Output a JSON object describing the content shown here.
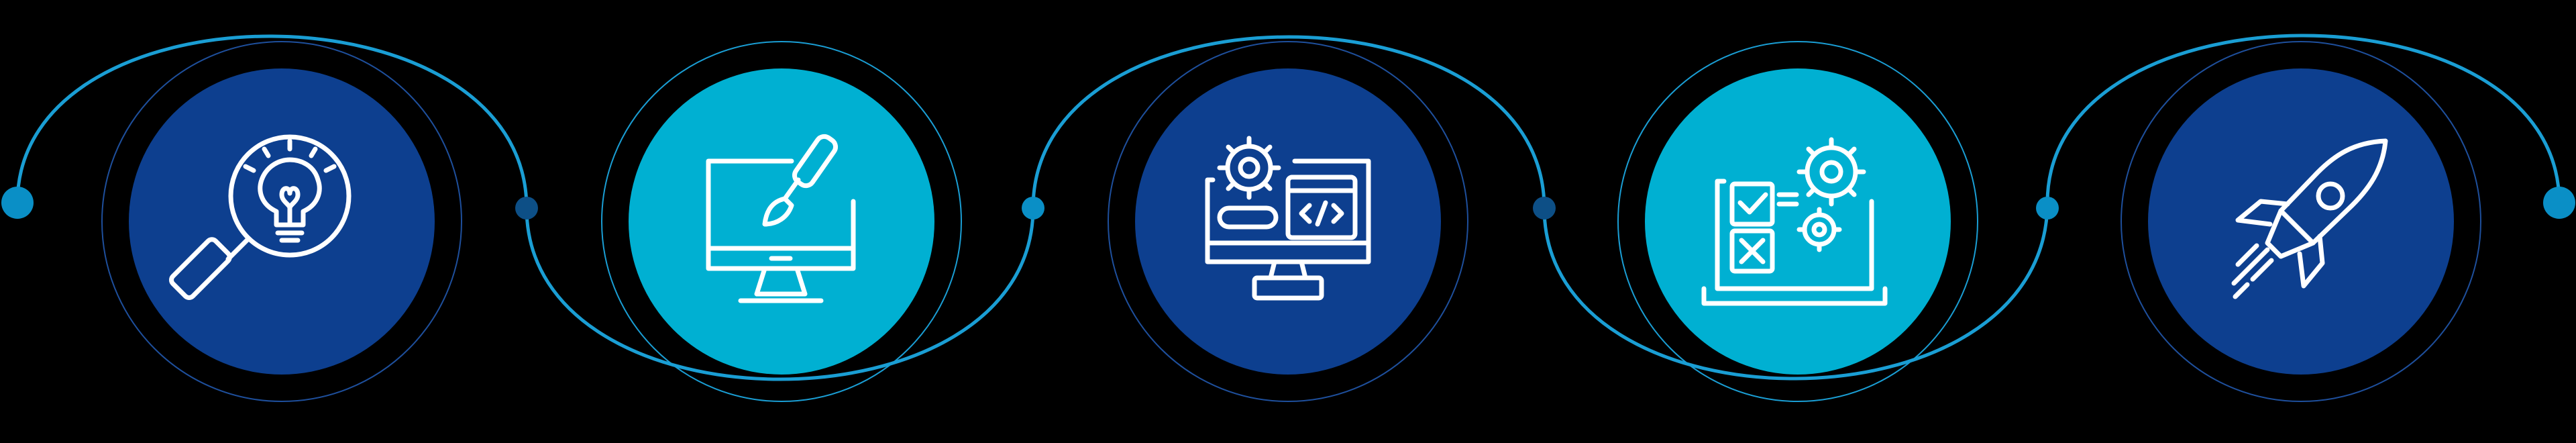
{
  "diagram": {
    "type": "process-timeline",
    "background": "#000000",
    "colors": {
      "connector_line": "#1a9ed4",
      "connector_dot": "#0a8fc6",
      "connector_dot_dark": "#0d4f86",
      "inner_ring": "#1e4f9c",
      "stage_dark": "#0d3f8f",
      "stage_light": "#00b0d2",
      "icon_stroke": "#ffffff"
    },
    "stages": [
      {
        "name": "stage-ideation",
        "icon": "lightbulb-magnifier-icon",
        "style": "dark"
      },
      {
        "name": "stage-design",
        "icon": "monitor-paintbrush-icon",
        "style": "light"
      },
      {
        "name": "stage-development",
        "icon": "monitor-code-gear-icon",
        "style": "dark"
      },
      {
        "name": "stage-testing",
        "icon": "laptop-checklist-gears-icon",
        "style": "light"
      },
      {
        "name": "stage-launch",
        "icon": "rocket-icon",
        "style": "dark"
      }
    ]
  }
}
